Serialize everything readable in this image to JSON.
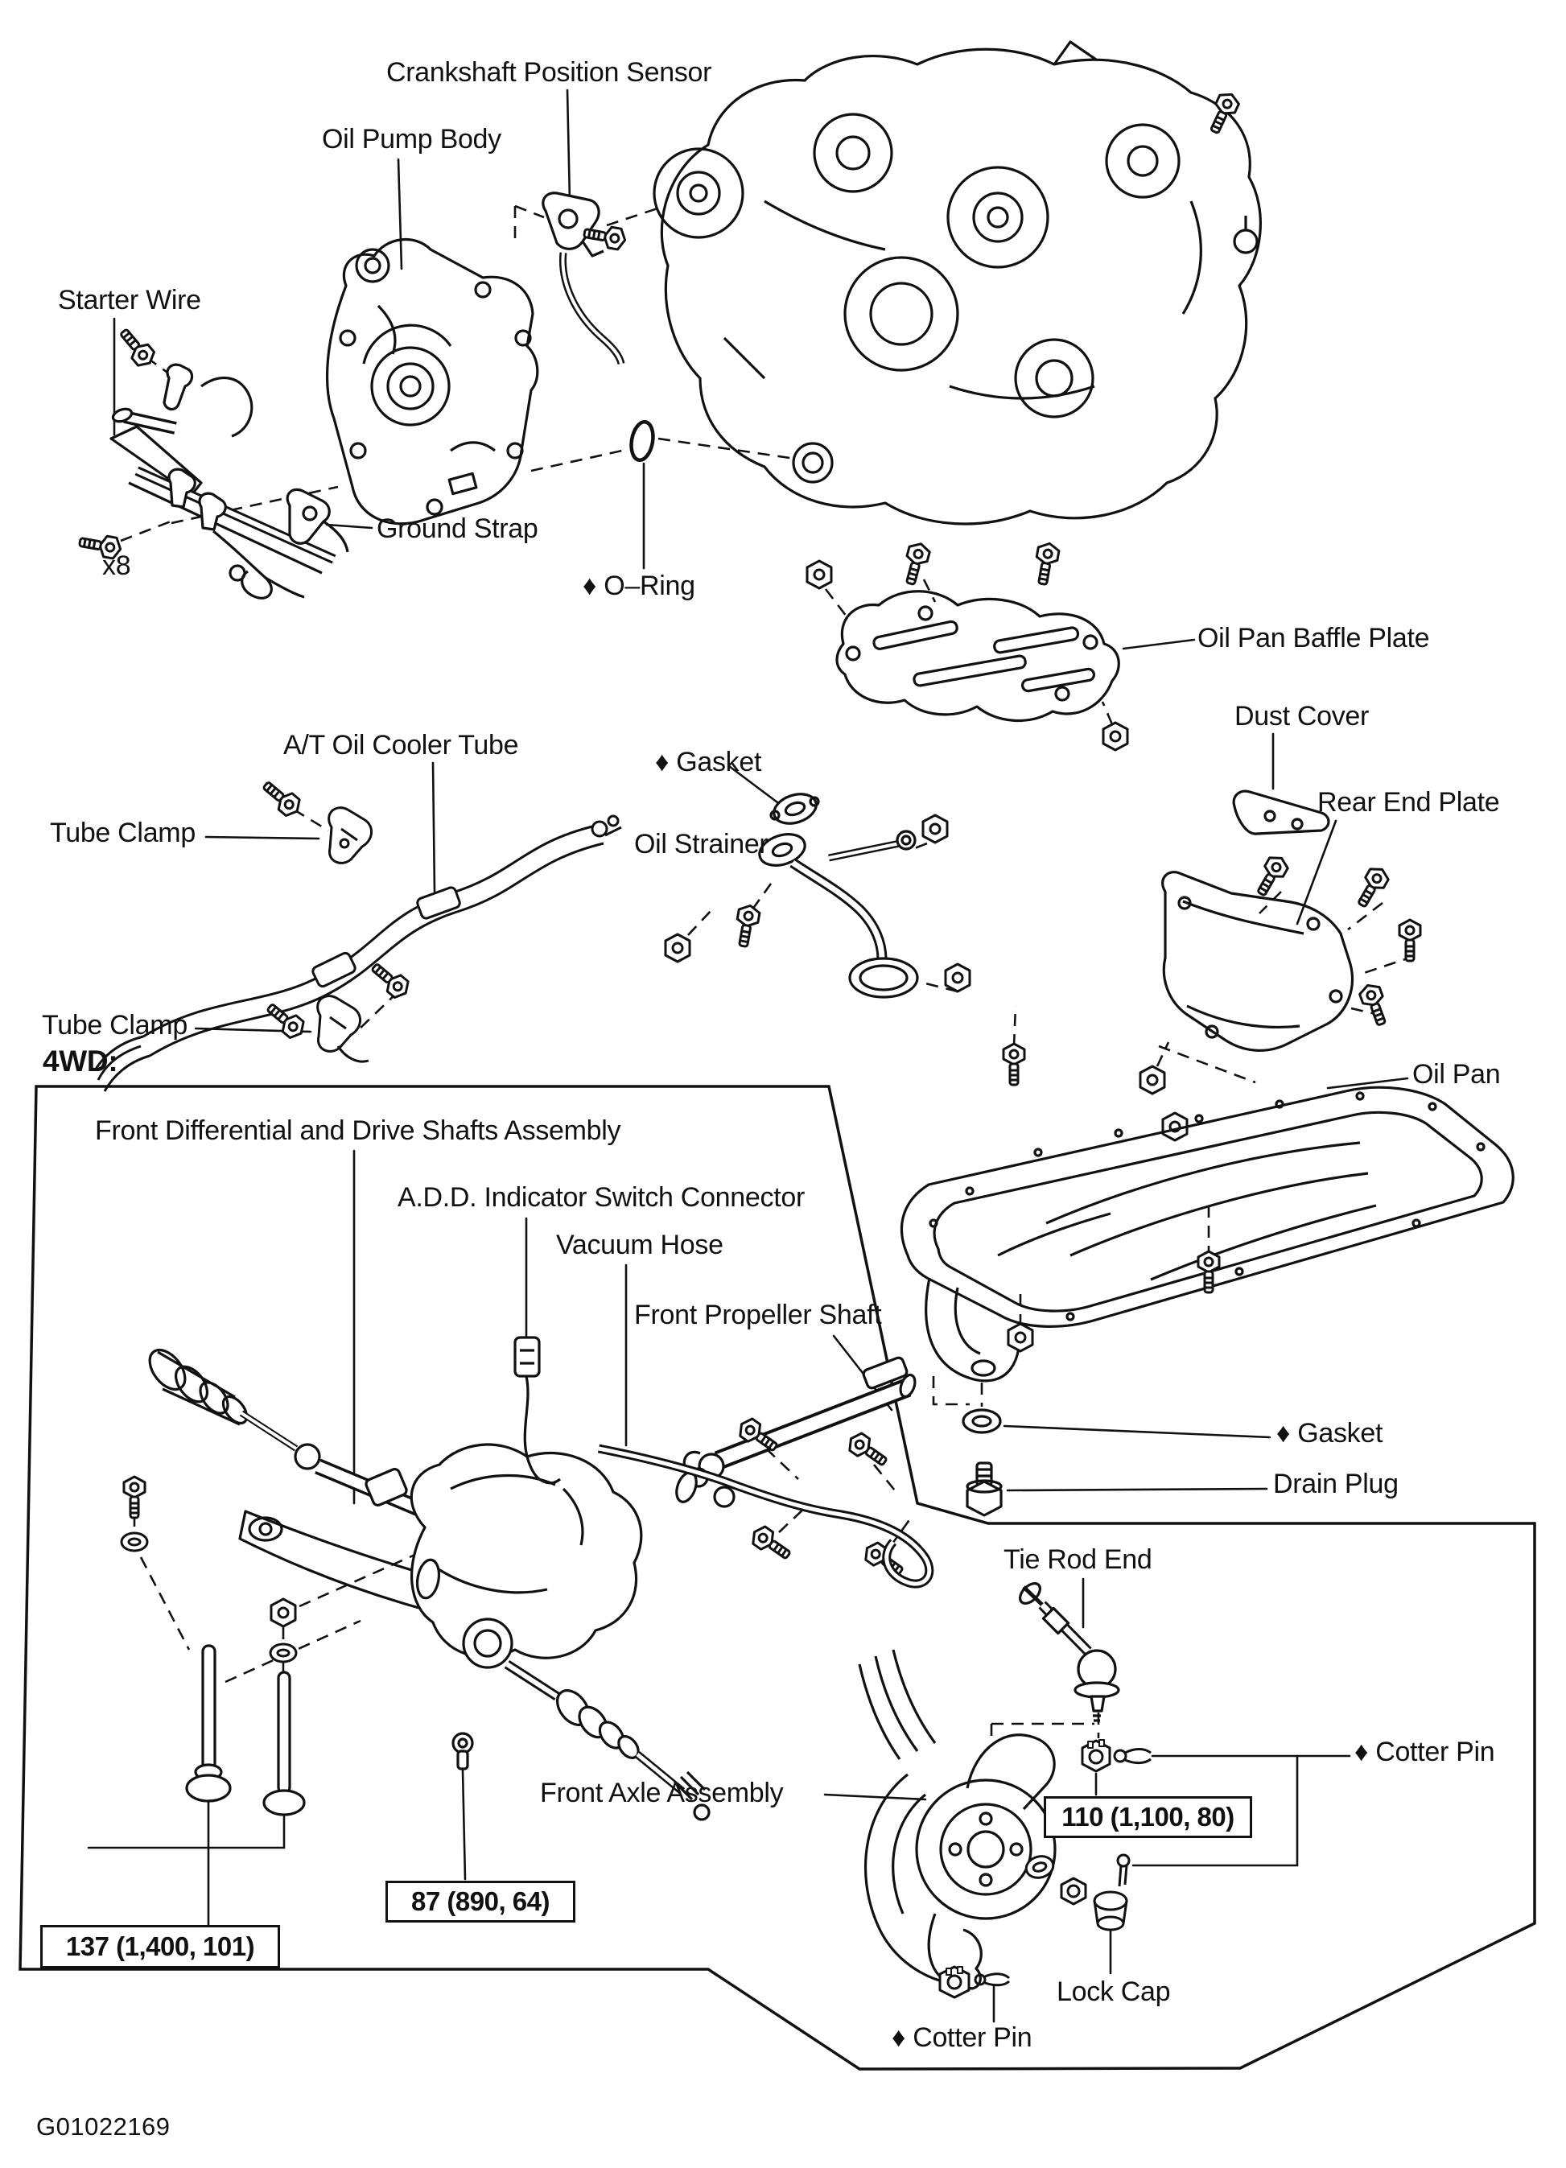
{
  "figure": {
    "variant_heading": "4WD:",
    "code": "G01022169"
  },
  "colors": {
    "ink": "#111111",
    "paper": "#ffffff"
  },
  "labels": [
    {
      "id": "crankshaft-position-sensor",
      "text": "Crankshaft Position Sensor"
    },
    {
      "id": "oil-pump-body",
      "text": "Oil Pump Body"
    },
    {
      "id": "starter-wire",
      "text": "Starter Wire"
    },
    {
      "id": "ground-strap",
      "text": "Ground Strap"
    },
    {
      "id": "bolt-count",
      "text": "x8"
    },
    {
      "id": "o-ring",
      "text": "♦ O–Ring"
    },
    {
      "id": "oil-pan-baffle-plate",
      "text": "Oil Pan Baffle Plate"
    },
    {
      "id": "dust-cover",
      "text": "Dust Cover"
    },
    {
      "id": "rear-end-plate",
      "text": "Rear End Plate"
    },
    {
      "id": "at-oil-cooler-tube",
      "text": "A/T Oil Cooler Tube"
    },
    {
      "id": "gasket-strainer",
      "text": "♦ Gasket"
    },
    {
      "id": "tube-clamp-upper",
      "text": "Tube Clamp"
    },
    {
      "id": "oil-strainer",
      "text": "Oil Strainer"
    },
    {
      "id": "tube-clamp-lower",
      "text": "Tube Clamp"
    },
    {
      "id": "oil-pan",
      "text": "Oil Pan"
    },
    {
      "id": "front-differential",
      "text": "Front Differential and Drive Shafts Assembly"
    },
    {
      "id": "add-indicator-switch-connector",
      "text": "A.D.D. Indicator Switch Connector"
    },
    {
      "id": "vacuum-hose",
      "text": "Vacuum Hose"
    },
    {
      "id": "front-propeller-shaft",
      "text": "Front Propeller Shaft"
    },
    {
      "id": "gasket-drain",
      "text": "♦ Gasket"
    },
    {
      "id": "drain-plug",
      "text": "Drain Plug"
    },
    {
      "id": "tie-rod-end",
      "text": "Tie Rod End"
    },
    {
      "id": "cotter-pin-right",
      "text": "♦ Cotter Pin"
    },
    {
      "id": "front-axle-assembly",
      "text": "Front Axle Assembly"
    },
    {
      "id": "lock-cap",
      "text": "Lock Cap"
    },
    {
      "id": "cotter-pin-bottom",
      "text": "♦ Cotter Pin"
    }
  ],
  "torque_specs": [
    {
      "id": "tie-rod-end-torque",
      "text": "110 (1,100, 80)"
    },
    {
      "id": "diff-mount-torque",
      "text": "87 (890, 64)"
    },
    {
      "id": "crossmember-torque",
      "text": "137 (1,400, 101)"
    }
  ]
}
